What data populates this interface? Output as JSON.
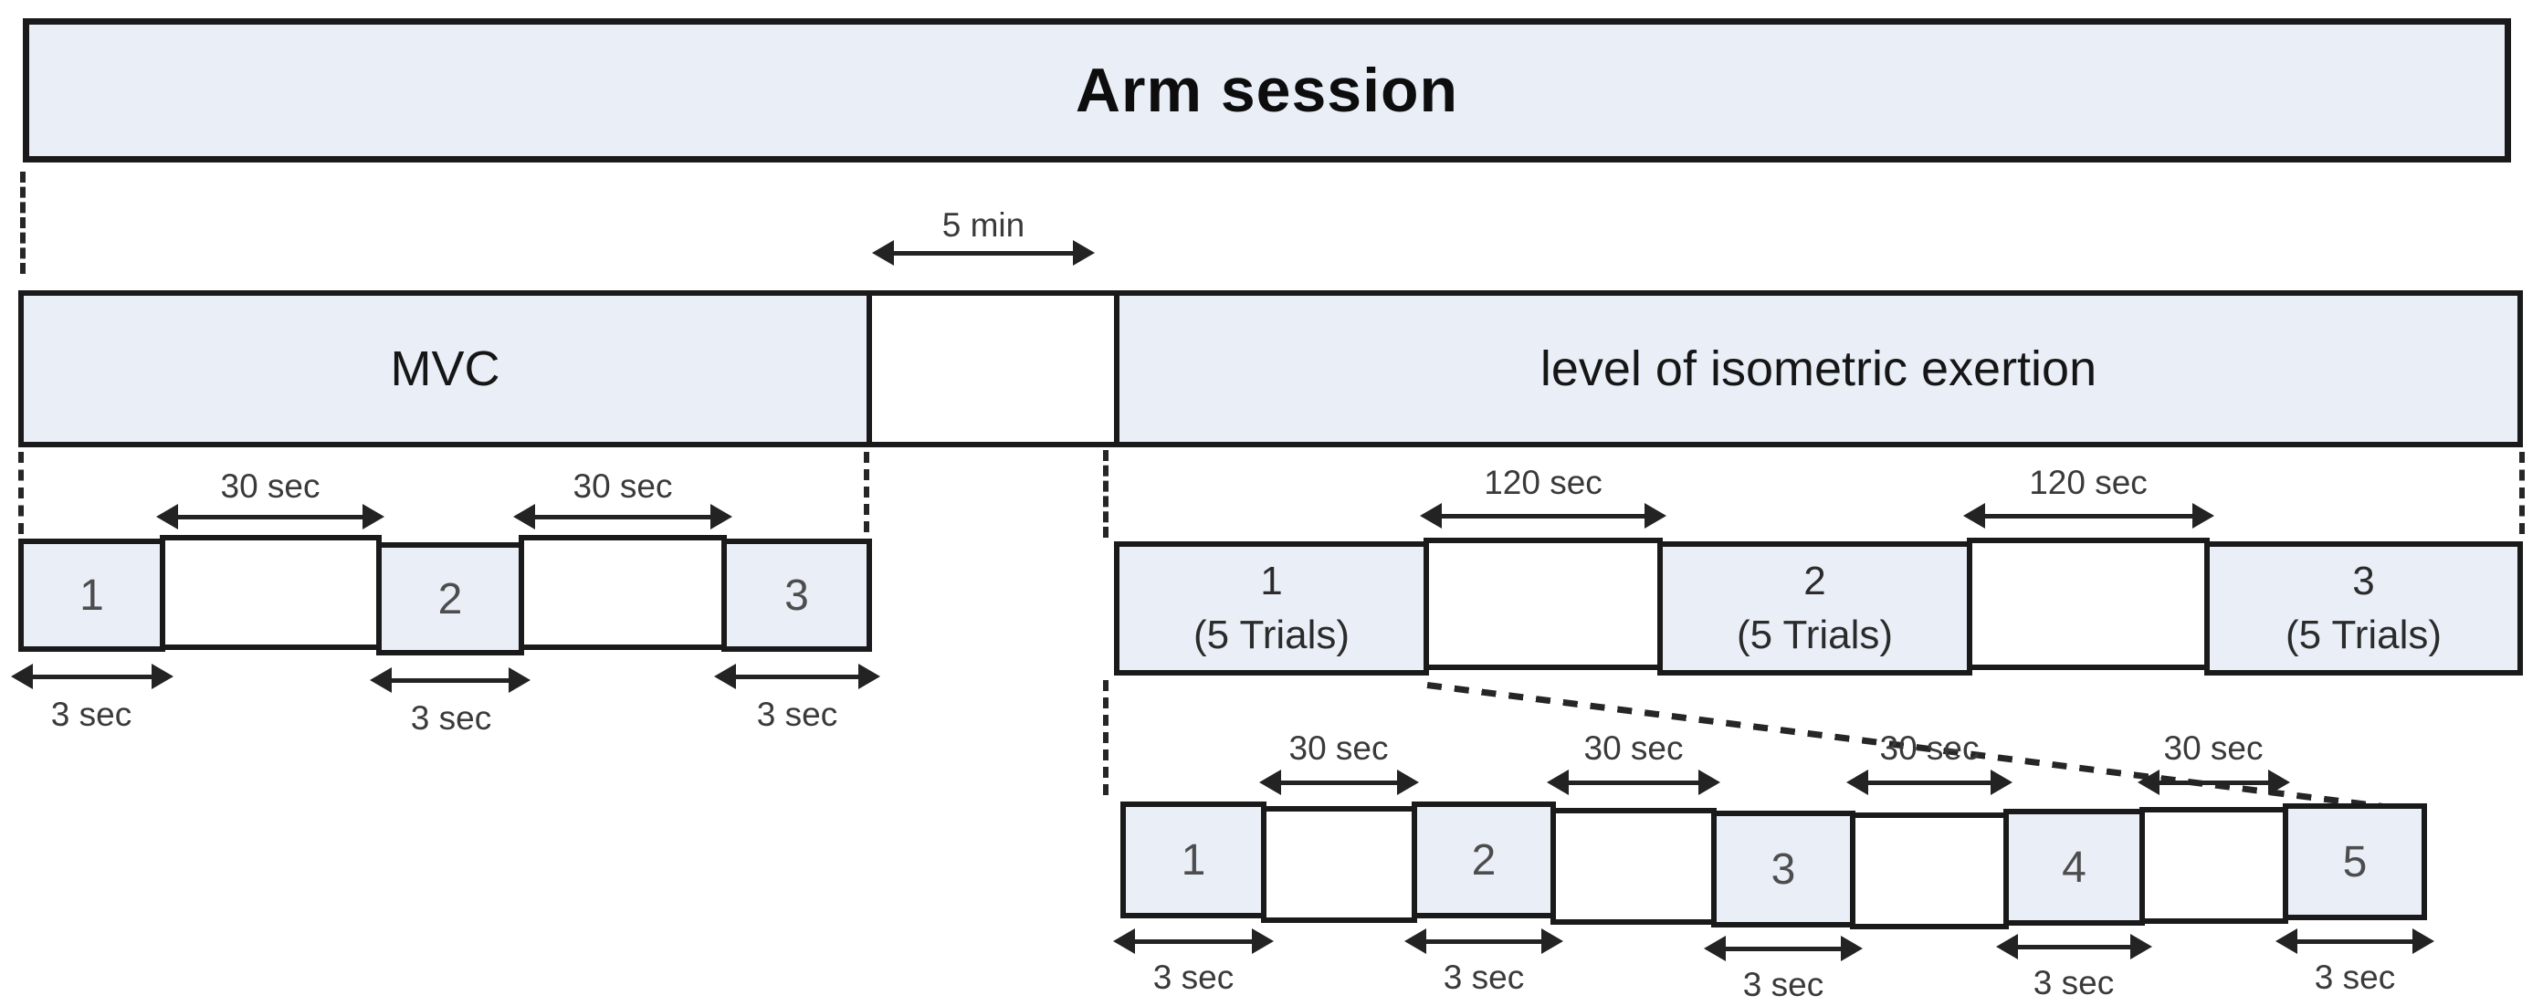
{
  "title": {
    "text": "Arm session"
  },
  "gap": {
    "label": "5 min"
  },
  "mvc": {
    "label": "MVC",
    "trials": [
      {
        "label": "1",
        "duration": "3 sec"
      },
      {
        "label": "2",
        "duration": "3 sec"
      },
      {
        "label": "3",
        "duration": "3 sec"
      }
    ],
    "rests": [
      {
        "duration": "30 sec"
      },
      {
        "duration": "30 sec"
      }
    ]
  },
  "exertion": {
    "label": "level of isometric exertion",
    "sets": [
      {
        "label": "1",
        "sublabel": "(5 Trials)"
      },
      {
        "label": "2",
        "sublabel": "(5 Trials)"
      },
      {
        "label": "3",
        "sublabel": "(5 Trials)"
      }
    ],
    "rests": [
      {
        "duration": "120 sec"
      },
      {
        "duration": "120 sec"
      }
    ]
  },
  "detail": {
    "trials": [
      {
        "label": "1",
        "duration": "3 sec"
      },
      {
        "label": "2",
        "duration": "3 sec"
      },
      {
        "label": "3",
        "duration": "3 sec"
      },
      {
        "label": "4",
        "duration": "3 sec"
      },
      {
        "label": "5",
        "duration": "3 sec"
      }
    ],
    "rests": [
      {
        "duration": "30 sec"
      },
      {
        "duration": "30 sec"
      },
      {
        "duration": "30 sec"
      },
      {
        "duration": "30 sec"
      }
    ]
  },
  "colors": {
    "box_fill": "#e9eef7",
    "box_border": "#1a1a1a",
    "label_text": "#3a3a3a"
  }
}
